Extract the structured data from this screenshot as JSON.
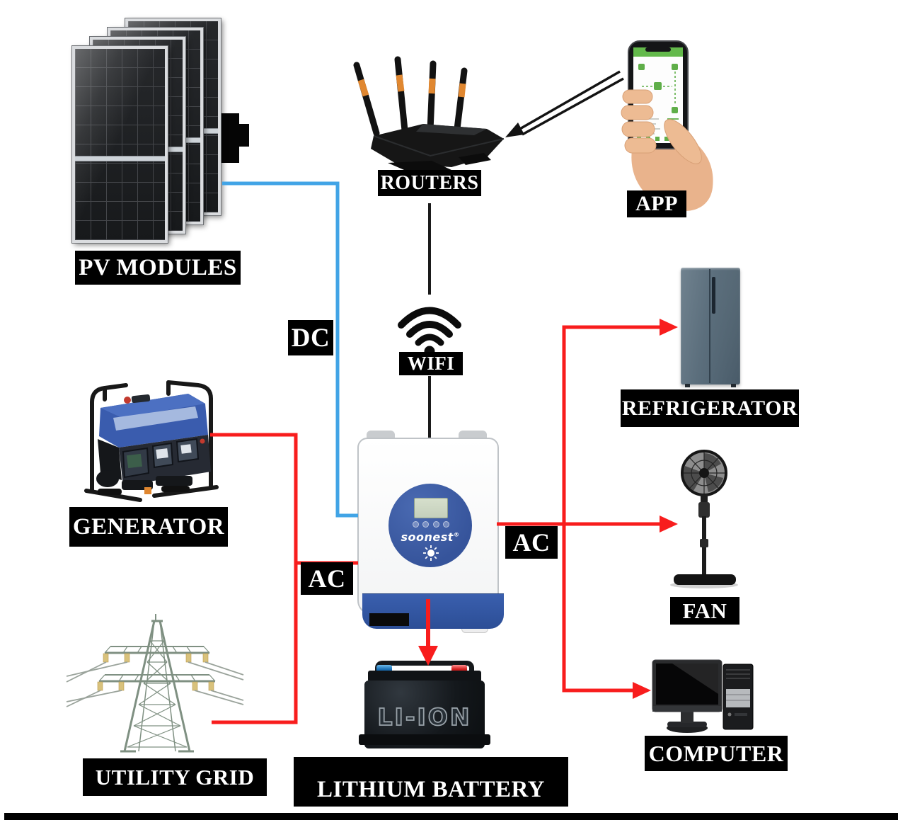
{
  "diagram_type": "solar-inverter-system-connection-diagram",
  "labels": {
    "pv_modules": "PV MODULES",
    "routers": "ROUTERS",
    "app": "APP",
    "dc": "DC",
    "wifi": "WIFI",
    "generator": "GENERATOR",
    "ac_input": "AC",
    "ac_output": "AC",
    "refrigerator": "REFRIGERATOR",
    "fan": "FAN",
    "computer": "COMPUTER",
    "utility_grid": "UTILITY GRID",
    "lithium_battery": "LITHIUM BATTERY"
  },
  "inverter": {
    "brand": "soonest",
    "trademark": "®"
  },
  "battery": {
    "casing_text": "LI-ION"
  },
  "colors": {
    "dc_line": "#41a4e6",
    "ac_line": "#f81d1d",
    "signal_line": "#1a1a1a",
    "label_bg": "#000000",
    "label_text": "#ffffff"
  },
  "connections": [
    {
      "from": "PV MODULES",
      "to": "INVERTER",
      "type": "DC"
    },
    {
      "from": "APP",
      "to": "ROUTERS",
      "type": "signal"
    },
    {
      "from": "ROUTERS",
      "to": "WIFI",
      "type": "signal"
    },
    {
      "from": "WIFI",
      "to": "INVERTER",
      "type": "signal"
    },
    {
      "from": "GENERATOR",
      "to": "INVERTER",
      "type": "AC"
    },
    {
      "from": "UTILITY GRID",
      "to": "INVERTER",
      "type": "AC"
    },
    {
      "from": "INVERTER",
      "to": "REFRIGERATOR",
      "type": "AC"
    },
    {
      "from": "INVERTER",
      "to": "FAN",
      "type": "AC"
    },
    {
      "from": "INVERTER",
      "to": "COMPUTER",
      "type": "AC"
    },
    {
      "from": "INVERTER",
      "to": "LITHIUM BATTERY",
      "type": "DC"
    }
  ]
}
